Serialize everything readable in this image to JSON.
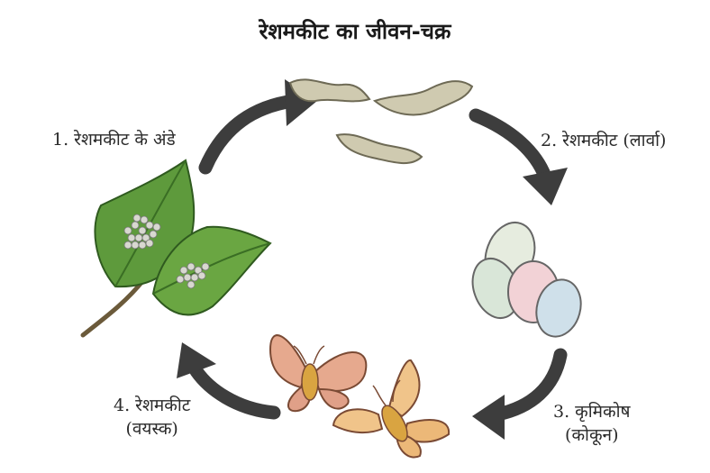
{
  "title": "रेशमकीट का जीवन-चक्र",
  "stages": [
    {
      "label": "1. रेशमकीट के अंडे"
    },
    {
      "label": "2. रेशमकीट (लार्वा)"
    },
    {
      "label_line1": "3. कृमिकोष",
      "label_line2": "(कोकून)"
    },
    {
      "label_line1": "4. रेशमकीट",
      "label_line2": "(वयस्क)"
    }
  ],
  "colors": {
    "arrow": "#3d3d3d",
    "leaf": "#5e9a3c",
    "larva": "#cfcab0",
    "cocoon_tints": [
      "#d9e6d8",
      "#f2d2d6",
      "#cfe0ea"
    ],
    "moth": "#e6a98e"
  }
}
